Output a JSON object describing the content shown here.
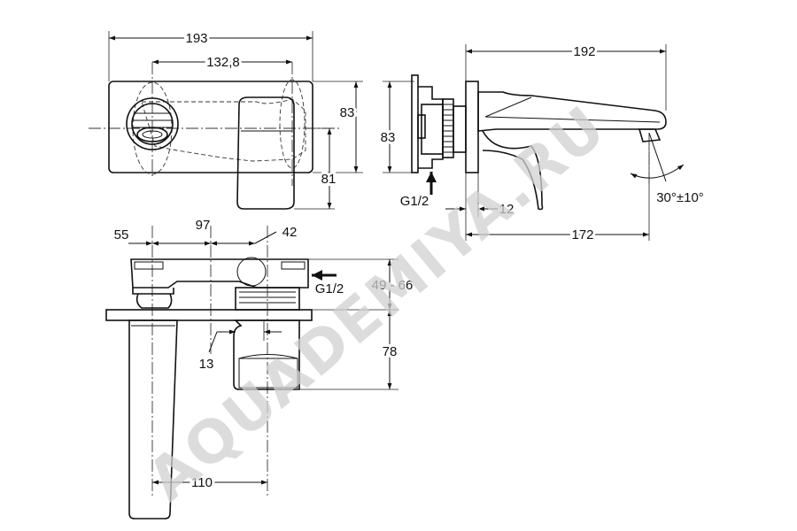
{
  "watermark": "AQUADEMIYA.RU",
  "dimensions": {
    "top_view": {
      "width_total": "193",
      "width_inner": "132,8",
      "height_total": "83",
      "height_lever": "81"
    },
    "side_view": {
      "height_plate": "83",
      "connection": "G1/2",
      "depth_plate": "12",
      "length_total": "192",
      "length_spout": "172",
      "spout_angle": "30°±10°"
    },
    "bottom_view": {
      "offset_left": "55",
      "spacing": "97",
      "diameter_right": "42",
      "connection": "G1/2",
      "install_depth": "49 - 66",
      "gap": "13",
      "lever_height": "78",
      "spout_length": "110"
    }
  }
}
